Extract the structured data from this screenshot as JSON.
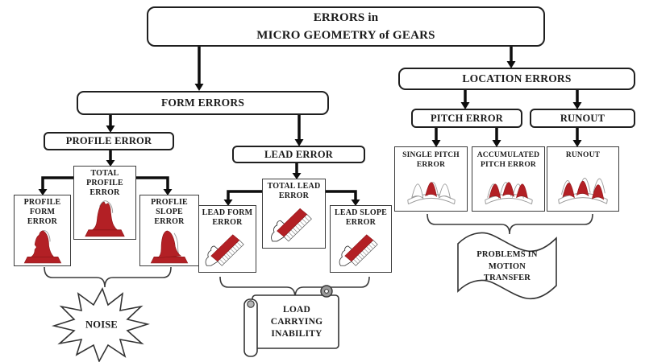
{
  "colors": {
    "tooth_red": "#b32025",
    "box_border": "#1f1f1f",
    "background": "#ffffff"
  },
  "boxes": {
    "root": "ERRORS in\nMICRO GEOMETRY of GEARS",
    "form_errors": "FORM ERRORS",
    "location_errors": "LOCATION ERRORS",
    "profile_error": "PROFILE ERROR",
    "lead_error": "LEAD ERROR",
    "pitch_error": "PITCH ERROR",
    "runout": "RUNOUT",
    "profile_form_error": "PROFILE\nFORM\nERROR",
    "total_profile_error": "TOTAL\nPROFILE\nERROR",
    "profile_slope_error": "PROFLIE\nSLOPE\nERROR",
    "lead_form_error": "LEAD FORM\nERROR",
    "total_lead_error": "TOTAL LEAD\nERROR",
    "lead_slope_error": "LEAD SLOPE\nERROR",
    "single_pitch_error": "SINGLE PITCH\nERROR",
    "accumulated_pitch_error": "ACCUMULATED\nPITCH ERROR",
    "runout_detail": "RUNOUT"
  },
  "consequences": {
    "noise": "NOISE",
    "load_carrying": "LOAD\nCARRYING\nINABILITY",
    "motion_transfer": "PROBLEMS IN\nMOTION\nTRANSFER"
  },
  "illustrations": {
    "profile_form": "gear-tooth-profile-form-error",
    "total_profile": "gear-tooth-total-profile-error",
    "profile_slope": "gear-tooth-profile-slope-error",
    "lead_form": "gear-tooth-lead-form-error",
    "total_lead": "gear-tooth-total-lead-error",
    "lead_slope": "gear-tooth-lead-slope-error",
    "single_pitch": "gear-rim-single-pitch-error",
    "accumulated_pitch": "gear-rim-accumulated-pitch-error",
    "runout": "gear-rim-runout"
  }
}
